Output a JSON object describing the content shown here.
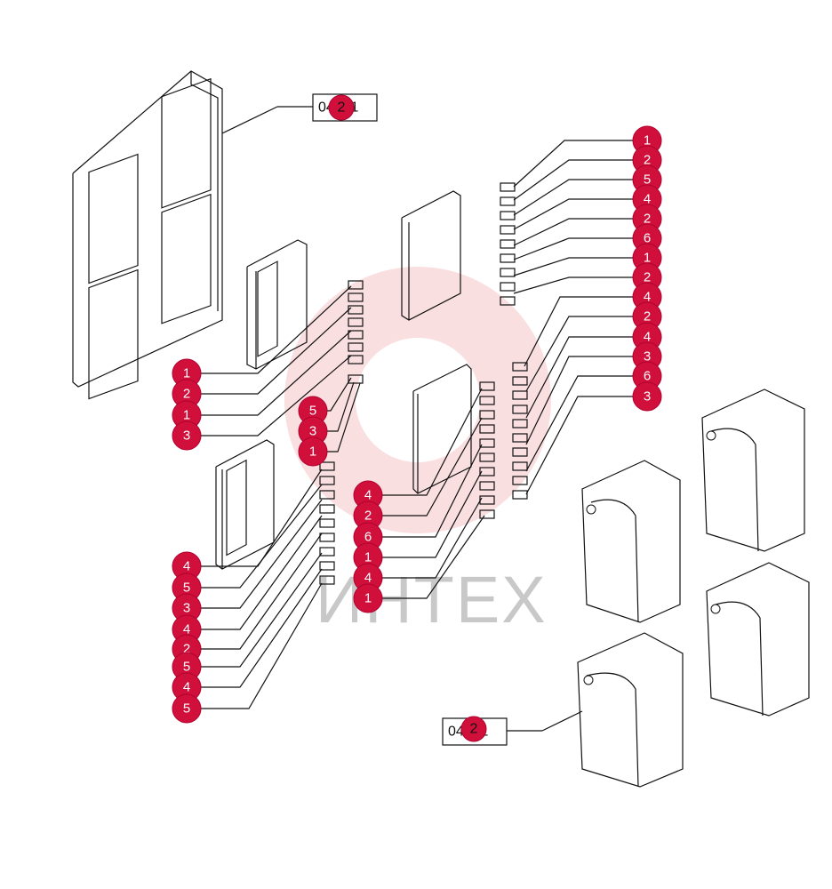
{
  "watermark": {
    "text": "ИНТЕХ",
    "color": "#f5c4c8"
  },
  "ref_labels": [
    "04-2.1",
    "04-2.1"
  ],
  "ref_badge": "2",
  "callouts": {
    "panel_a": [
      "1",
      "2",
      "1",
      "3",
      "5",
      "3",
      "1"
    ],
    "panel_b": [
      "4",
      "5",
      "3",
      "4",
      "2",
      "5",
      "4",
      "5"
    ],
    "panel_c": [
      "4",
      "2",
      "6",
      "1",
      "4",
      "1"
    ],
    "panel_d_top": [
      "1",
      "2",
      "5",
      "4",
      "2",
      "6",
      "1",
      "2"
    ],
    "panel_d_bottom": [
      "4",
      "2",
      "4",
      "3",
      "6",
      "3"
    ]
  },
  "colors": {
    "callout": "#d0103a",
    "line": "#111111"
  }
}
